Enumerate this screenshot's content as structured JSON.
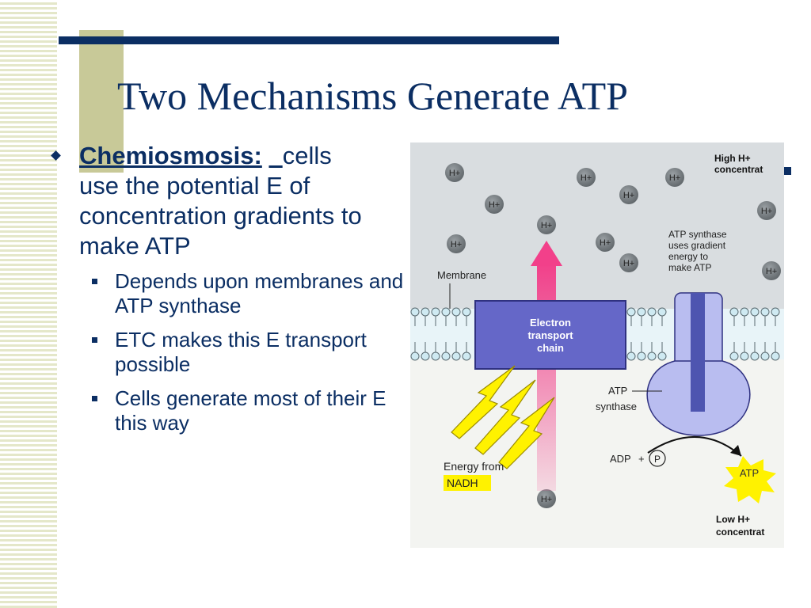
{
  "slide": {
    "title": "Two Mechanisms Generate ATP",
    "bullet": {
      "term": "Chemiosmosis:",
      "text_first": "cells",
      "text_rest": "use the potential E of concentration gradients to make ATP"
    },
    "sub_bullets": [
      "Depends upon membranes and ATP synthase",
      "ETC makes this E transport possible",
      "Cells generate most of their E this way"
    ]
  },
  "figure": {
    "ion_label": "H+",
    "high_label": "High H+",
    "high_label_2": "concentrat",
    "low_label": "Low H+",
    "low_label_2": "concentrat",
    "synthase_note": [
      "ATP synthase",
      "uses gradient",
      "energy to",
      "make ATP"
    ],
    "membrane_label": "Membrane",
    "etc_label": [
      "Electron",
      "transport",
      "chain"
    ],
    "atp_synthase_label": [
      "ATP",
      "synthase"
    ],
    "energy_label": "Energy from",
    "nadh_label": "NADH",
    "adp_label": "ADP",
    "plus_label": "+",
    "p_label": "P",
    "atp_label": "ATP",
    "colors": {
      "background": "#d9dde0",
      "ion": "#7b8185",
      "etc": "#6567c8",
      "synthase": "#b9bdf0",
      "synthase_stalk": "#4e55b0",
      "arrow_pink": "#f2408a",
      "atp_star": "#fff200"
    }
  }
}
